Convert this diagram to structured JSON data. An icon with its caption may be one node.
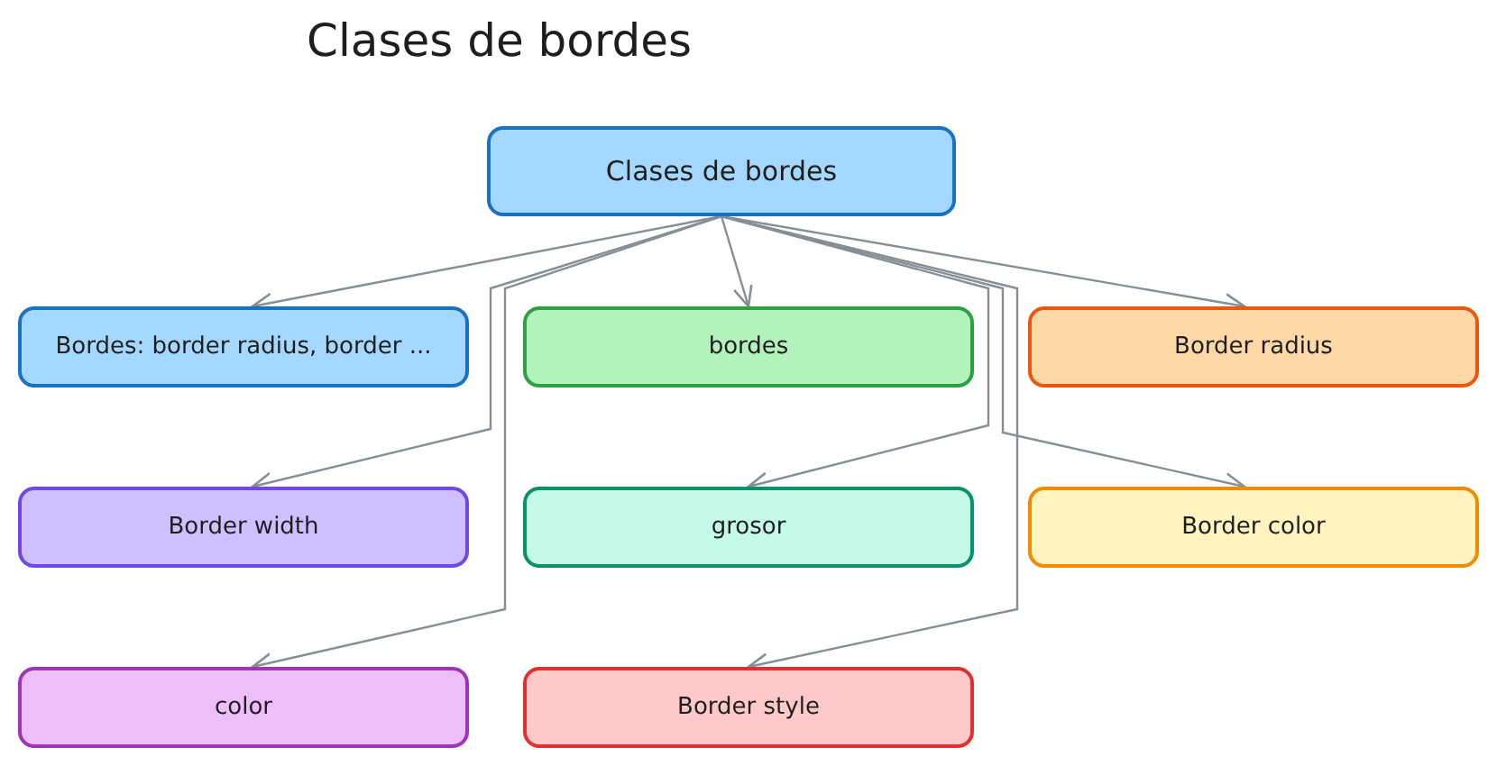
{
  "diagram": {
    "title": "Clases de bordes",
    "nodes": [
      {
        "text": [
          "Clases de bordes"
        ]
      },
      {
        "text": [
          "Bordes: border radius, border ..."
        ]
      },
      {
        "text": [
          "bordes"
        ]
      },
      {
        "text": [
          "Border radius"
        ]
      },
      {
        "text": [
          "Border width"
        ]
      },
      {
        "text": [
          "grosor"
        ]
      },
      {
        "text": [
          "Border color"
        ]
      },
      {
        "text": [
          "color"
        ]
      },
      {
        "text": [
          "Border style"
        ]
      }
    ],
    "edges": [
      {
        "from": 0,
        "to": 1,
        "arrow": "to"
      },
      {
        "from": 0,
        "to": 2,
        "arrow": "to"
      },
      {
        "from": 0,
        "to": 3,
        "arrow": "to"
      },
      {
        "from": 0,
        "to": 4,
        "arrow": "to"
      },
      {
        "from": 0,
        "to": 5,
        "arrow": "to"
      },
      {
        "from": 0,
        "to": 6,
        "arrow": "to"
      },
      {
        "from": 0,
        "to": 7,
        "arrow": "to"
      },
      {
        "from": 0,
        "to": 8,
        "arrow": "to"
      }
    ]
  }
}
